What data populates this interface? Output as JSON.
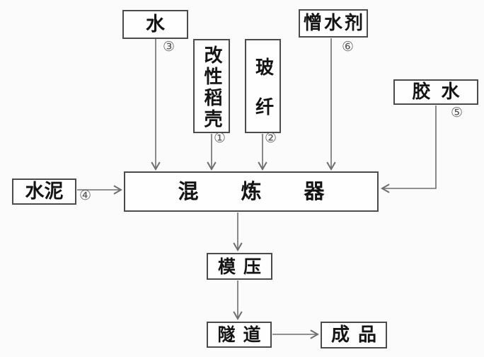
{
  "diagram": {
    "type": "flowchart",
    "nodes": {
      "water": {
        "label": "水",
        "badge": "③"
      },
      "rice_husk": {
        "label": "改性稻壳",
        "badge": "①"
      },
      "glass_fiber": {
        "label": "玻纤",
        "badge": "②"
      },
      "hydrophobic_agent": {
        "label": "憎水剂",
        "badge": "⑥"
      },
      "glue": {
        "label": "胶水",
        "badge": "⑤"
      },
      "cement": {
        "label": "水泥",
        "badge": "④"
      },
      "mixer": {
        "label": "混炼器"
      },
      "molding": {
        "label": "模压"
      },
      "tunnel": {
        "label": "隧道"
      },
      "finished_product": {
        "label": "成品"
      }
    },
    "edges": [
      {
        "from": "water",
        "to": "mixer"
      },
      {
        "from": "rice_husk",
        "to": "mixer"
      },
      {
        "from": "glass_fiber",
        "to": "mixer"
      },
      {
        "from": "hydrophobic_agent",
        "to": "mixer"
      },
      {
        "from": "glue",
        "to": "mixer"
      },
      {
        "from": "cement",
        "to": "mixer"
      },
      {
        "from": "mixer",
        "to": "molding"
      },
      {
        "from": "molding",
        "to": "tunnel"
      },
      {
        "from": "tunnel",
        "to": "finished_product"
      }
    ],
    "colors": {
      "background": "#fbfbfb",
      "box_border": "#4b4b4b",
      "arrow": "#6e6e6e",
      "text": "#141414",
      "badge": "#5a5a5a"
    }
  }
}
